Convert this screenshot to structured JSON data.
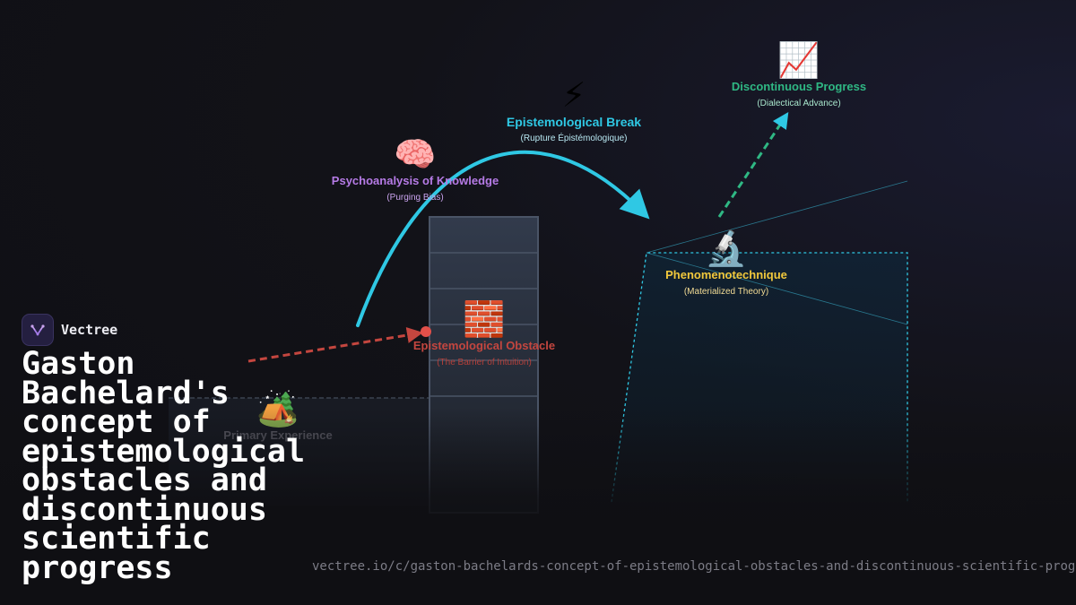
{
  "brand": {
    "name": "Vectree"
  },
  "title": "Gaston Bachelard's concept of epistemological obstacles and discontinuous scientific progress",
  "url": "vectree.io/c/gaston-bachelards-concept-of-epistemological-obstacles-and-discontinuous-scientific-progress",
  "nodes": {
    "primary": {
      "icon": "🏕️",
      "label": "Primary Experience",
      "color": "#5a5a64"
    },
    "obstacle": {
      "icon": "🧱",
      "label": "Epistemological Obstacle",
      "sublabel": "(The Barrier of Intuition)",
      "color": "#c4463f"
    },
    "psychoanalysis": {
      "icon": "🧠",
      "label": "Psychoanalysis of Knowledge",
      "sublabel": "(Purging Bias)",
      "color": "#b67be6"
    },
    "break": {
      "icon": "⚡",
      "label": "Epistemological Break",
      "sublabel": "(Rupture Épistémologique)",
      "color": "#2fc8e4"
    },
    "phenomeno": {
      "icon": "🔬",
      "label": "Phenomenotechnique",
      "sublabel": "(Materialized Theory)",
      "color": "#f1c83c"
    },
    "progress": {
      "icon": "📈",
      "label": "Discontinuous Progress",
      "sublabel": "(Dialectical Advance)",
      "color": "#2fb884"
    }
  }
}
